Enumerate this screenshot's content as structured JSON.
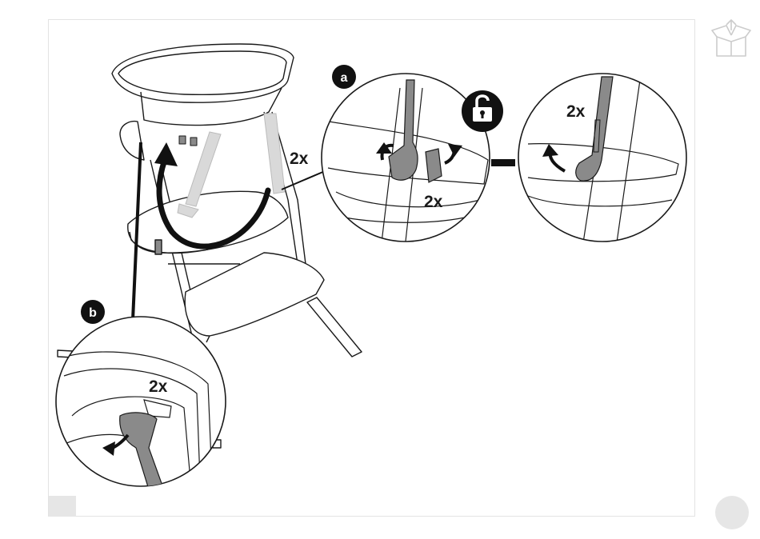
{
  "labels": {
    "main_2x": "2x",
    "detail_a_top_2x": "2x",
    "detail_a_bottom_2x": "2x",
    "detail_b_2x": "2x"
  },
  "badges": {
    "a": "a",
    "b": "b"
  },
  "icons": {
    "unlock": "unlock-icon",
    "unbox": "open-box-icon"
  },
  "colors": {
    "line": "#1a1a1a",
    "part_dark": "#8a8a8a",
    "part_light": "#d9d9d9",
    "page_marker": "#e6e6e6"
  }
}
